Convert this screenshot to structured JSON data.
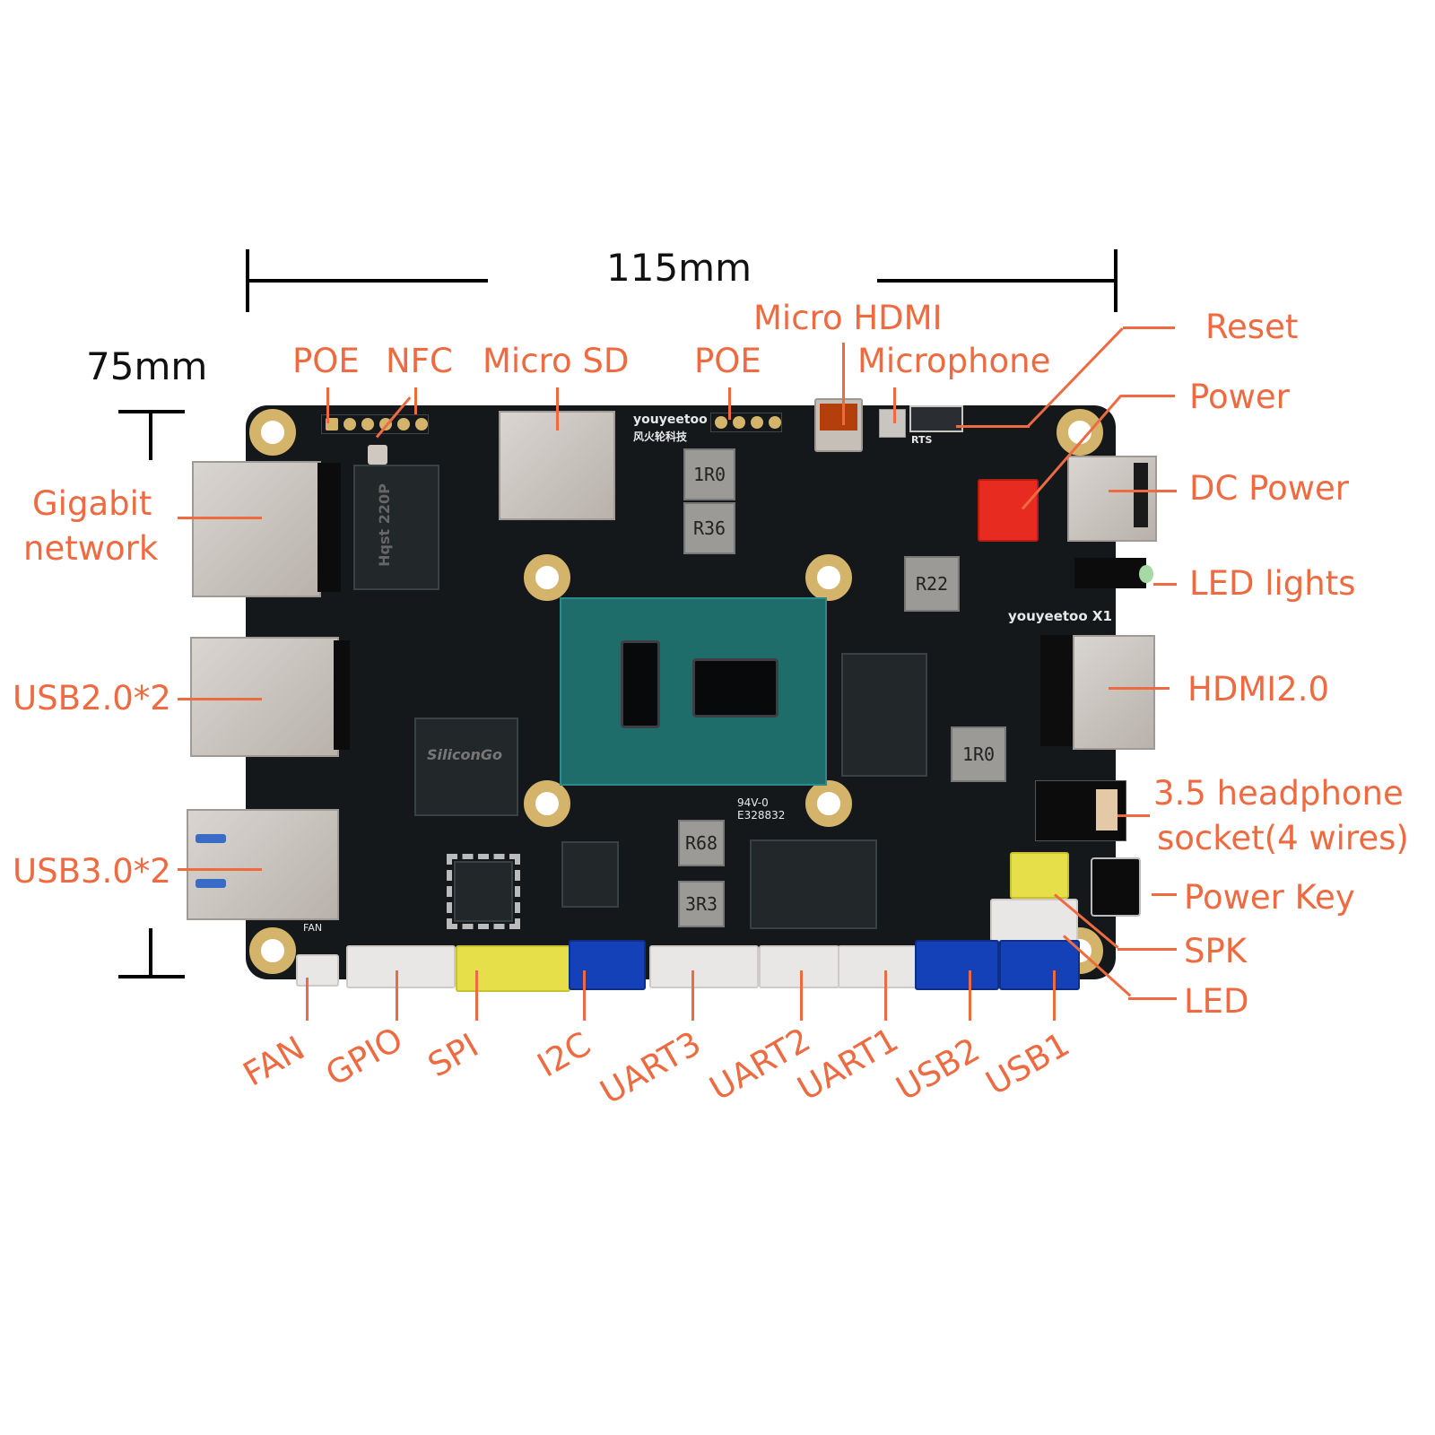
{
  "dimensions": {
    "width_label": "115mm",
    "height_label": "75mm"
  },
  "board": {
    "model_silkscreen": "youyeetoo X1",
    "brand_logo_text": "youyeetoo",
    "brand_chinese": "风火轮科技",
    "ul_mark": "94V-0",
    "ul_code": "E328832",
    "chip_silicongo": "SiliconGo",
    "chip_hqst": "Hqst 220P",
    "inductors": [
      "1R0",
      "R36",
      "R22",
      "1R0",
      "R68",
      "3R3"
    ],
    "silk_rts": "RTS",
    "silk_fan": "FAN",
    "colors": {
      "label": "#ee6a40",
      "pcb": "#15181a",
      "cpu_substrate": "#1e6d6b",
      "mount_ring": "#d4b46a"
    }
  },
  "labels": {
    "top": [
      {
        "id": "poe-left",
        "text": "POE"
      },
      {
        "id": "nfc",
        "text": "NFC"
      },
      {
        "id": "micro-sd",
        "text": "Micro SD"
      },
      {
        "id": "poe-right",
        "text": "POE"
      },
      {
        "id": "micro-hdmi",
        "text": "Micro HDMI"
      },
      {
        "id": "microphone",
        "text": "Microphone"
      }
    ],
    "left": [
      {
        "id": "gigabit-network",
        "text": "Gigabit\nnetwork",
        "line1": "Gigabit",
        "line2": "network"
      },
      {
        "id": "usb20",
        "text": "USB2.0*2"
      },
      {
        "id": "usb30",
        "text": "USB3.0*2"
      }
    ],
    "right": [
      {
        "id": "reset",
        "text": "Reset"
      },
      {
        "id": "power",
        "text": "Power"
      },
      {
        "id": "dc-power",
        "text": "DC Power"
      },
      {
        "id": "led-lights",
        "text": "LED lights"
      },
      {
        "id": "hdmi20",
        "text": "HDMI2.0"
      },
      {
        "id": "headphone",
        "line1": "3.5 headphone",
        "line2": "socket(4 wires)"
      },
      {
        "id": "power-key",
        "text": "Power Key"
      },
      {
        "id": "spk",
        "text": "SPK"
      },
      {
        "id": "led",
        "text": "LED"
      }
    ],
    "bottom": [
      {
        "id": "fan",
        "text": "FAN"
      },
      {
        "id": "gpio",
        "text": "GPIO"
      },
      {
        "id": "spi",
        "text": "SPI"
      },
      {
        "id": "i2c",
        "text": "I2C"
      },
      {
        "id": "uart3",
        "text": "UART3"
      },
      {
        "id": "uart2",
        "text": "UART2"
      },
      {
        "id": "uart1",
        "text": "UART1"
      },
      {
        "id": "usb2",
        "text": "USB2"
      },
      {
        "id": "usb1",
        "text": "USB1"
      }
    ]
  }
}
